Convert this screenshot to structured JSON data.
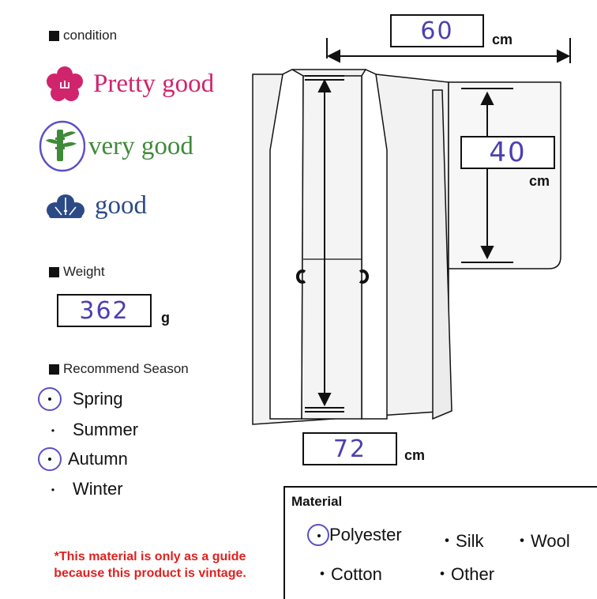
{
  "condition": {
    "heading": "condition",
    "ratings": [
      {
        "label": "Pretty good",
        "color": "#d0246d",
        "icon": "plum-blossom-icon"
      },
      {
        "label": "very good",
        "color": "#3f8a3a",
        "icon": "bamboo-icon"
      },
      {
        "label": "good",
        "color": "#2c4a86",
        "icon": "pine-icon"
      }
    ],
    "selected": "very good"
  },
  "weight": {
    "heading": "Weight",
    "value": "362",
    "unit": "g"
  },
  "season": {
    "heading": "Recommend Season",
    "items": [
      {
        "label": "Spring",
        "selected": true
      },
      {
        "label": "Summer",
        "selected": false
      },
      {
        "label": "Autumn",
        "selected": true
      },
      {
        "label": "Winter",
        "selected": false
      }
    ]
  },
  "measurements": {
    "width": {
      "value": "60",
      "unit": "cm"
    },
    "sleeve": {
      "value": "40",
      "unit": "cm"
    },
    "length": {
      "value": "72",
      "unit": "cm"
    }
  },
  "material": {
    "heading": "Material",
    "items": [
      {
        "label": "Polyester",
        "selected": true
      },
      {
        "label": "Silk",
        "selected": false
      },
      {
        "label": "Wool",
        "selected": false
      },
      {
        "label": "Cotton",
        "selected": false
      },
      {
        "label": "Other",
        "selected": false
      }
    ]
  },
  "note": {
    "line1": "*This material is only as a guide",
    "line2": "because this product is vintage."
  },
  "colors": {
    "handwriting": "#4b3fb2",
    "note": "#e0211f"
  }
}
